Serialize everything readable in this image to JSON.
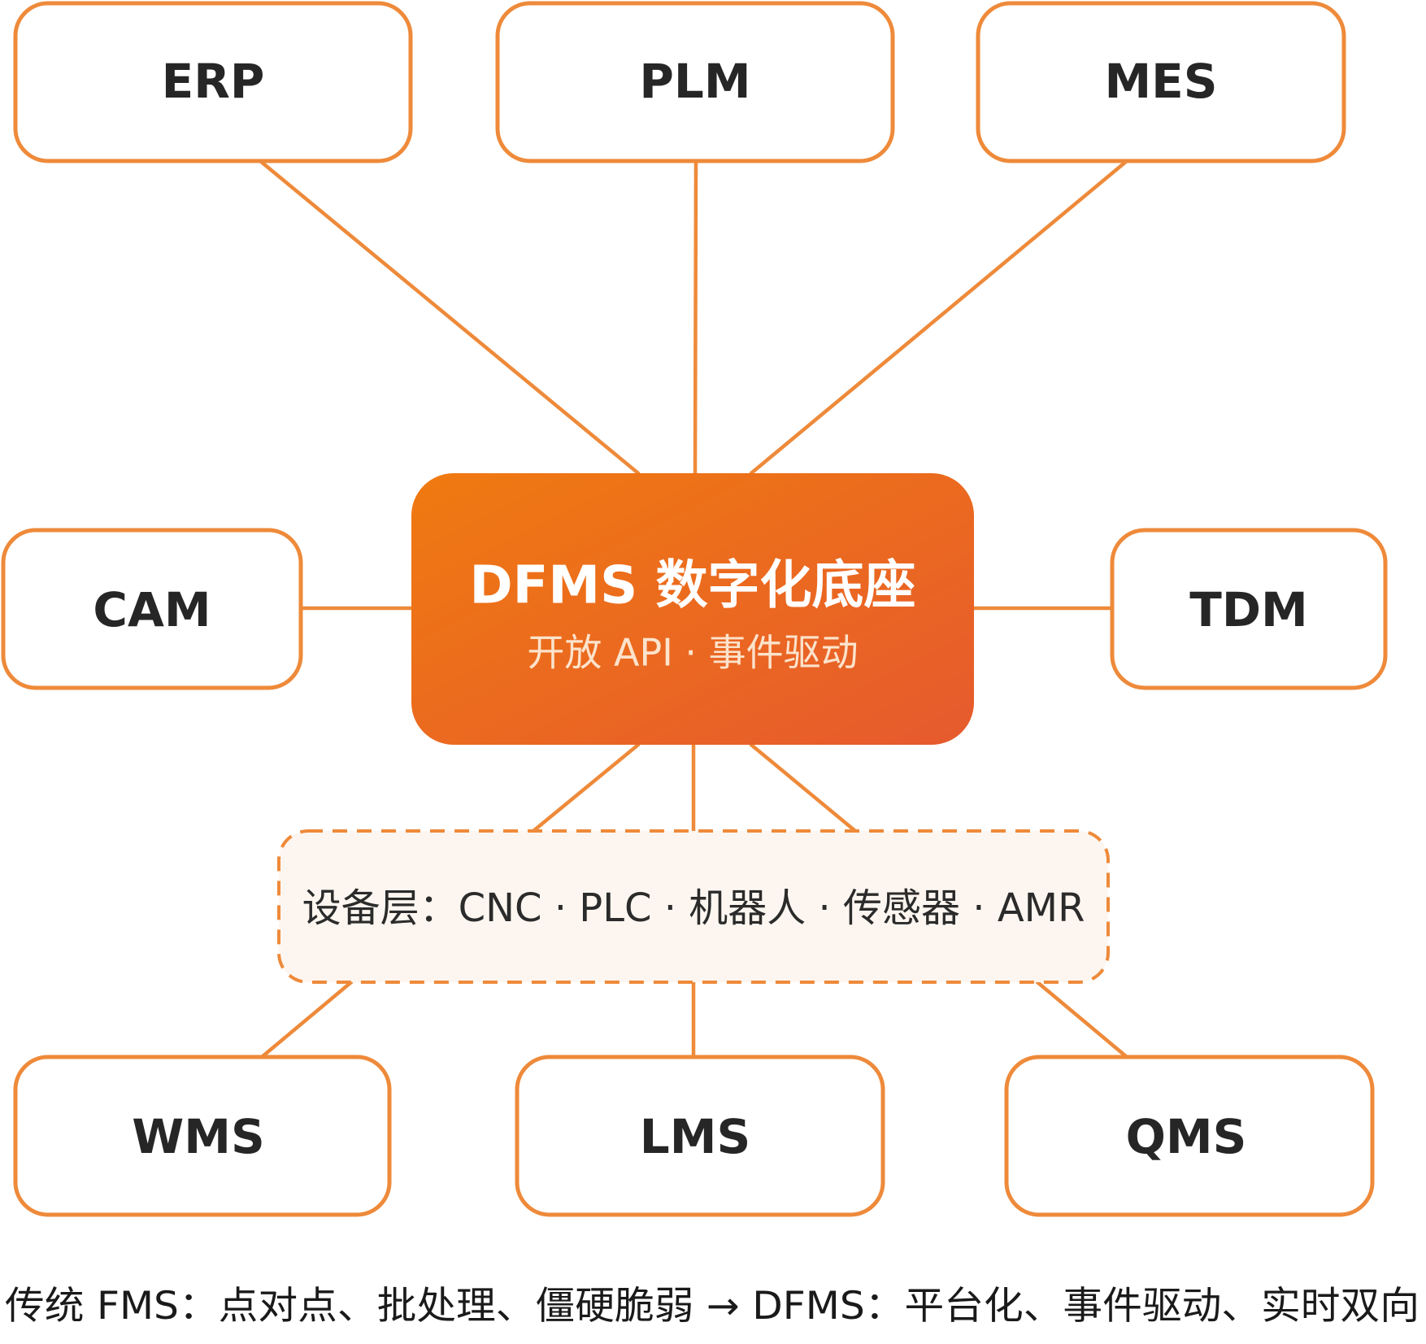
{
  "hub": {
    "title": "DFMS 数字化底座",
    "subtitle": "开放 API · 事件驱动"
  },
  "systems": {
    "erp": "ERP",
    "plm": "PLM",
    "mes": "MES",
    "cam": "CAM",
    "tdm": "TDM",
    "wms": "WMS",
    "lms": "LMS",
    "qms": "QMS"
  },
  "device_layer": "设备层：CNC · PLC · 机器人 · 传感器 · AMR",
  "footer": "传统 FMS：点对点、批处理、僵硬脆弱 → DFMS：平台化、事件驱动、实时双向",
  "colors": {
    "accent": "#EE8A3A",
    "hub_gradient_start": "#F07A10",
    "hub_gradient_end": "#E65A2E",
    "device_fill": "#FDF6F0"
  }
}
